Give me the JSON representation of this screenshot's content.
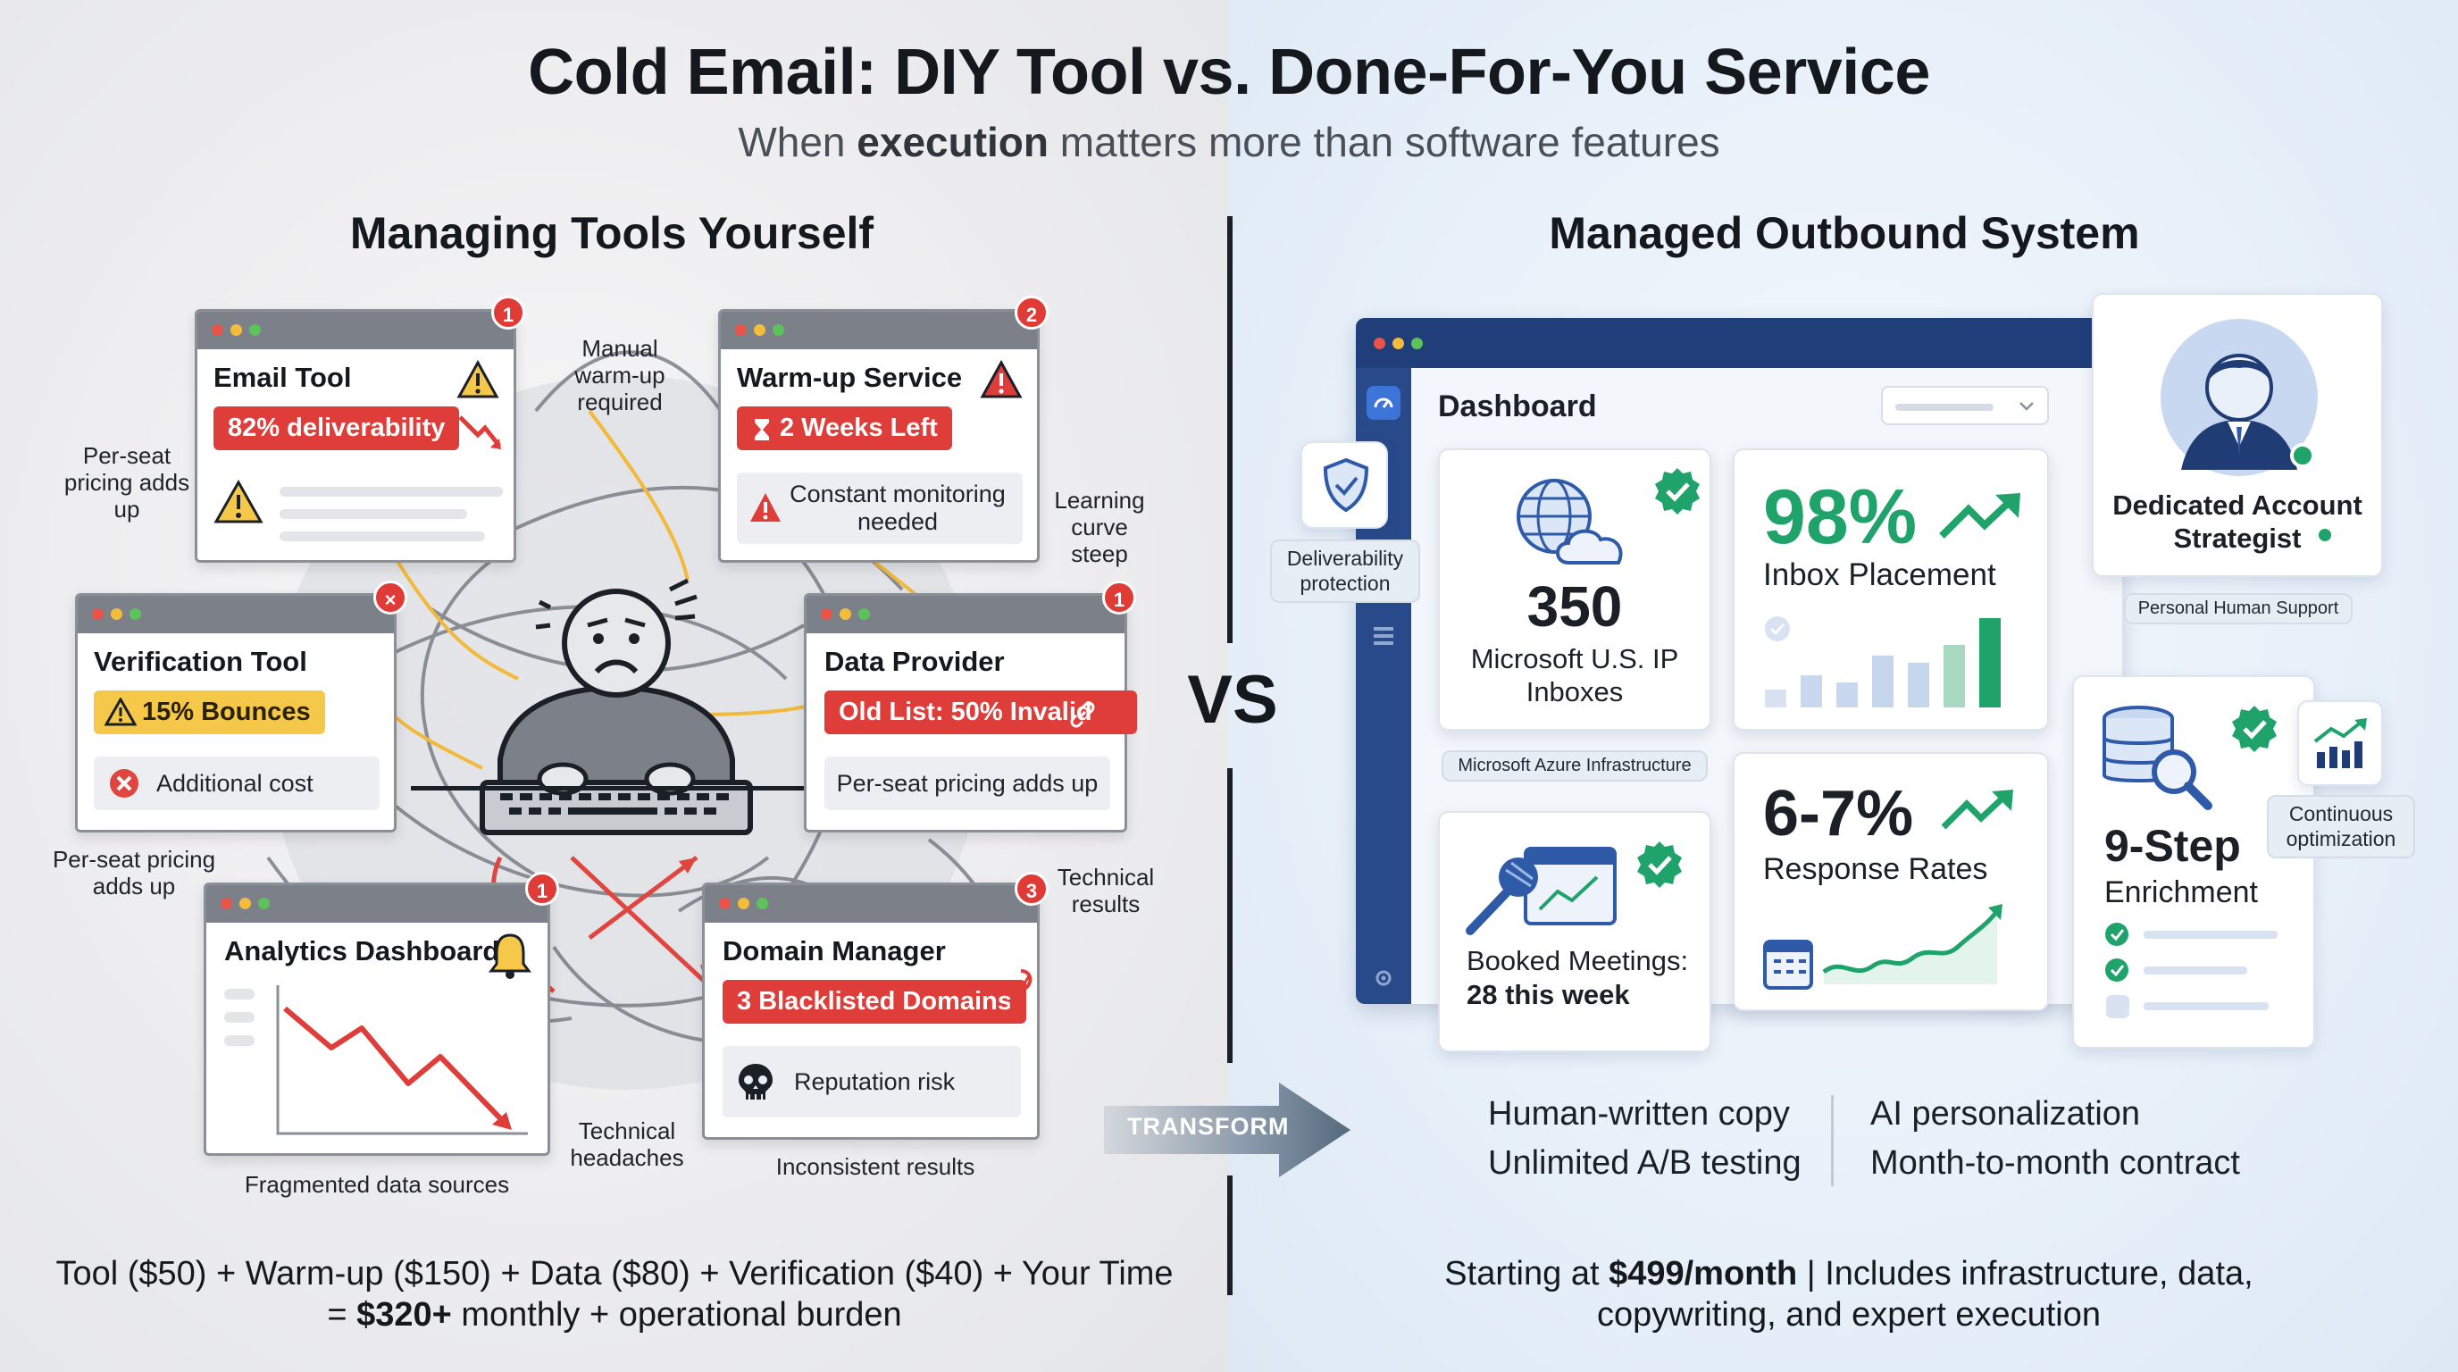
{
  "header": {
    "title": "Cold Email: DIY Tool vs. Done-For-You Service",
    "subtitle_pre": "When ",
    "subtitle_bold": "execution",
    "subtitle_post": " matters more than software features"
  },
  "left": {
    "title": "Managing Tools Yourself",
    "email_tool": {
      "title": "Email Tool",
      "pill": "82% deliverability",
      "badge": "1"
    },
    "warmup": {
      "title": "Warm-up Service",
      "pill": "2 Weeks Left",
      "note": "Constant monitoring needed",
      "badge": "2"
    },
    "verification": {
      "title": "Verification Tool",
      "pill": "15% Bounces",
      "note": "Additional cost",
      "badge": "×"
    },
    "data_provider": {
      "title": "Data Provider",
      "pill": "Old List: 50% Invalid",
      "note": "Per-seat pricing adds up",
      "badge": "1"
    },
    "analytics": {
      "title": "Analytics Dashboard",
      "badge": "1"
    },
    "domain": {
      "title": "Domain Manager",
      "pill": "3 Blacklisted Domains",
      "note": "Reputation risk",
      "badge": "3"
    },
    "notes": {
      "manual_warmup": "Manual warm-up required",
      "per_seat_1": "Per-seat pricing adds up",
      "learning_curve": "Learning curve steep",
      "per_seat_2": "Per-seat pricing adds up",
      "technical_results": "Technical results",
      "fragmented": "Fragmented data sources",
      "technical_headaches": "Technical headaches",
      "inconsistent": "Inconsistent results"
    },
    "cost_line1": "Tool ($50) + Warm-up ($150) + Data ($80) + Verification ($40) + Your Time",
    "cost_line2_pre": "= ",
    "cost_line2_bold": "$320+",
    "cost_line2_post": " monthly + operational burden"
  },
  "vs": "VS",
  "transform": "TRANSFORM",
  "right": {
    "title": "Managed Outbound System",
    "dashboard_label": "Dashboard",
    "deliverability": "Deliverability protection",
    "inboxes": {
      "number": "350",
      "label": "Microsoft U.S. IP Inboxes",
      "tag": "Microsoft Azure Infrastructure"
    },
    "inbox_placement": {
      "number": "98%",
      "label": "Inbox Placement"
    },
    "meetings": {
      "label": "Booked Meetings:",
      "value": "28 this week"
    },
    "response": {
      "number": "6-7%",
      "label": "Response Rates"
    },
    "strategist": {
      "label": "Dedicated Account Strategist",
      "tag": "Personal Human Support"
    },
    "enrichment": {
      "number": "9-Step",
      "label": "Enrichment"
    },
    "optimization": "Continuous optimization",
    "features_left": [
      "Human-written copy",
      "Unlimited A/B testing"
    ],
    "features_right": [
      "AI personalization",
      "Month-to-month contract"
    ],
    "price_pre": "Starting at ",
    "price_bold": "$499/month",
    "price_post": " | Includes infrastructure, data,",
    "price_line2": "copywriting, and expert execution"
  },
  "colors": {
    "red": "#de3d3a",
    "yellow": "#f6c84a",
    "green": "#1fa36b",
    "navy": "#203f7a"
  }
}
